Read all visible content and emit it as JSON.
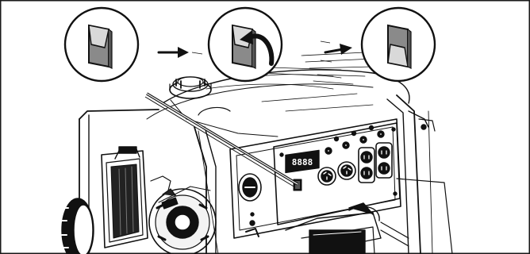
{
  "diagram": {
    "panel": {
      "display_readout": "8888"
    },
    "steps": [
      {
        "id": "step-1",
        "switch_state": "off"
      },
      {
        "id": "step-2",
        "switch_state": "flip",
        "motion": "curved-arrow"
      },
      {
        "id": "step-3",
        "switch_state": "on"
      }
    ],
    "colors": {
      "ink": "#111111",
      "frame": "#1a1a1a",
      "switch_fill": "#8a8a8a",
      "switch_shade": "#d9d9d9",
      "display_bg": "#111111"
    }
  }
}
